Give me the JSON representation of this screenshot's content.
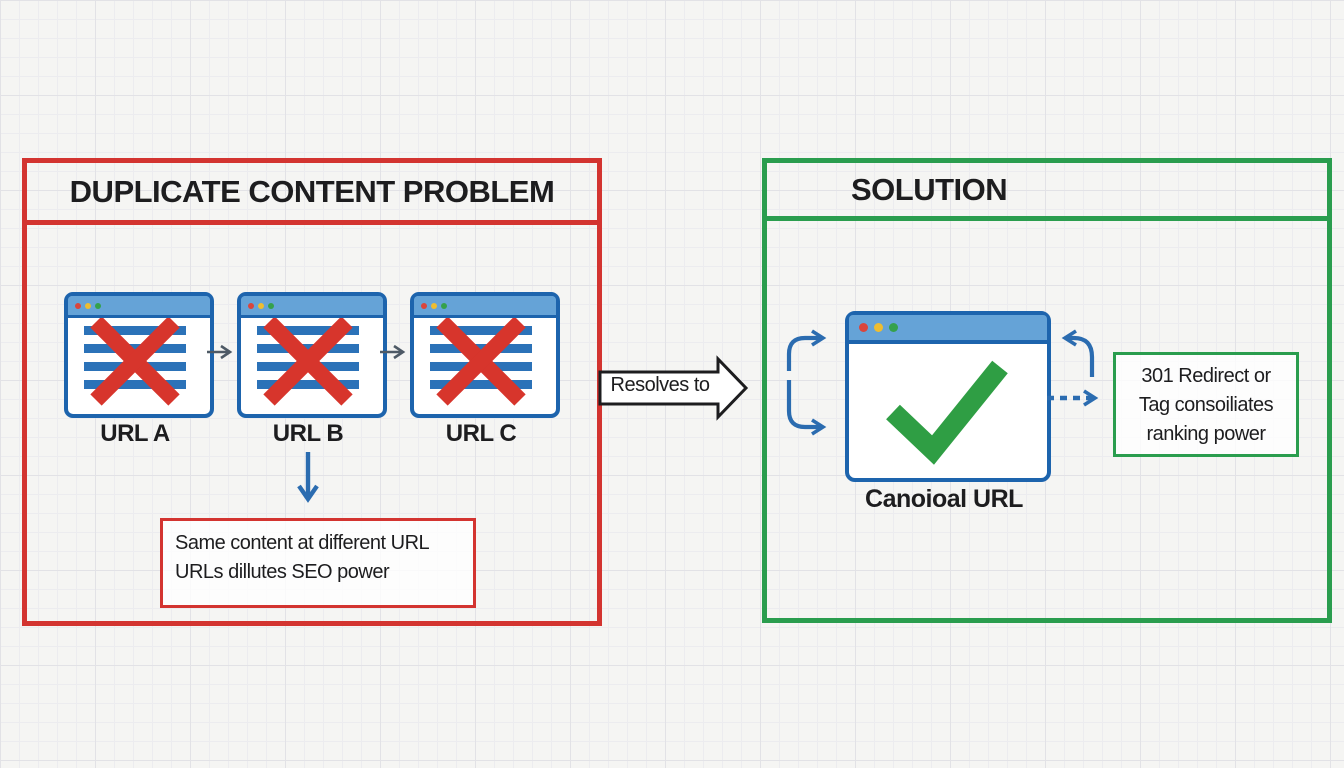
{
  "problem": {
    "title": "DUPLICATE CONTENT PROBLEM",
    "urls": [
      {
        "label": "URL A"
      },
      {
        "label": "URL B"
      },
      {
        "label": "URL C"
      }
    ],
    "note_line1": "Same content at different URL",
    "note_line2": "URLs dillutes SEO power"
  },
  "connector": {
    "label": "Resolves to"
  },
  "solution": {
    "title": "SOLUTION",
    "canonical_label": "Canoioal URL",
    "note_line1": "301 Redirect or",
    "note_line2": "Tag consoiliates",
    "note_line3": "ranking power"
  },
  "colors": {
    "problem_border_red": "#d33430",
    "solution_border_green": "#2a9d4e",
    "window_border_blue": "#1d64ad",
    "titlebar_blue": "#65a3d7",
    "content_bar_blue": "#2b72b8",
    "x_mark_red": "#d7352c",
    "checkmark_green": "#2f9e44",
    "arrow_blue": "#2b6cb0",
    "arrow_gray": "#4e5a66",
    "dot_red": "#da453c",
    "dot_yellow": "#eebd31",
    "dot_green": "#35a14b",
    "paper": "#f5f5f3",
    "ink": "#1d1d1f"
  }
}
